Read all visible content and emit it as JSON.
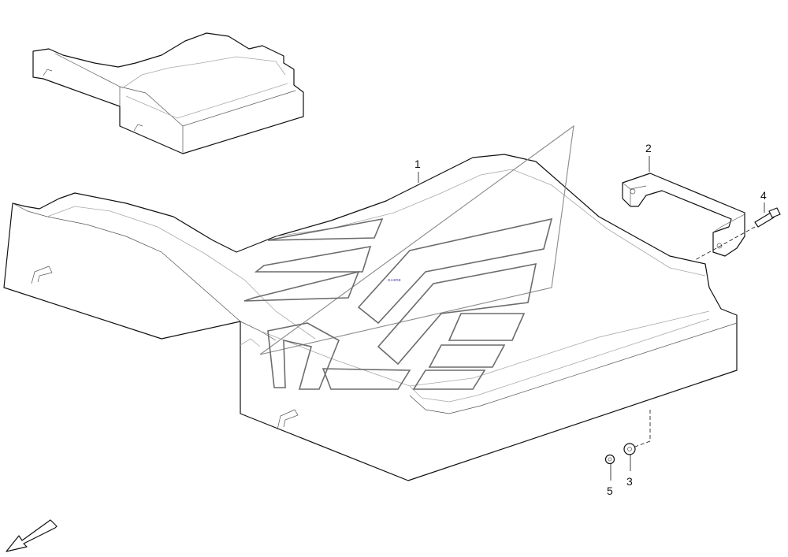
{
  "diagram": {
    "callouts": [
      {
        "id": "part-1",
        "label": "1"
      },
      {
        "id": "part-2",
        "label": "2"
      },
      {
        "id": "part-3",
        "label": "3"
      },
      {
        "id": "part-4",
        "label": "4"
      },
      {
        "id": "part-5",
        "label": "5"
      }
    ],
    "watermark_text": "o+ene",
    "colors": {
      "line": "#111111",
      "watermark": "#6c6c6c",
      "background": "#ffffff"
    }
  }
}
